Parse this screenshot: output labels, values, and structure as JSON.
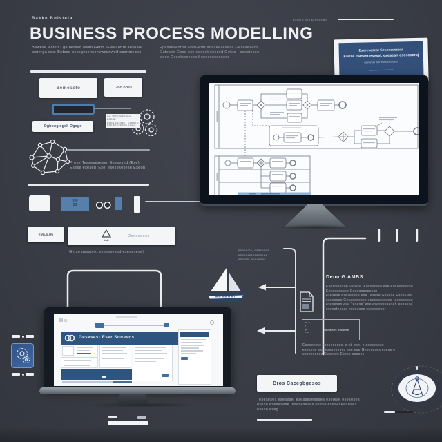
{
  "colors": {
    "bg": "#3b3e47",
    "accent_blue": "#4d7dad",
    "navy": "#2e5580",
    "white": "#f4f5f7",
    "diagram_stroke": "#6f7585"
  },
  "icons": [
    "gears-icon",
    "network-graph-icon",
    "glasses-icon",
    "lab-flask-icon",
    "sailboat-icon",
    "document-icon",
    "compass-emblem-icon",
    "gear-tile-icon",
    "cd-logo-icon"
  ],
  "header": {
    "eyebrow": "Bakke Bnisteia",
    "title": "BUSINESS PROCESS MODELLING",
    "intro1_l1": "Bawese wateri t ga betevo awao Getio. Gatei onte aeseeor",
    "intro1_l2": "wererga ese. Betese oescgesensenewesewed esenmeaes",
    "intro2_l1": "Epesseseoroa watiGeter aneseesesesa Geseseseos",
    "intro2_l2": "Gatesen Gese esereseoet esesed Geteo - esesteseo",
    "intro2_l3": "wese Gesetseseseed eseseseseseso"
  },
  "top_right": {
    "label": "Essero ese Ereseswe",
    "card_l1": "Eseresesest Gesesesesera",
    "card_l2": "Esese esesen esesel. esesesn eseseseraj",
    "card_l3": "esesesel tser eseseseseses"
  },
  "left_panel": {
    "btn1": "Bemeseto",
    "btn2": "Gbo ones",
    "micro_l1": "GG TETESESESEA ESESE",
    "micro_l2": "ESEN ESESEET ESESED",
    "micro_l3": "ESE ESESESED ESEAL",
    "micro_l4": "ESESESEAL",
    "btn3": "Ogbooglogok Ogogo",
    "net_cap1": "Prese Tessesesesen Esesesed (Ese)",
    "net_cap2": "Esese esesed 'Ese' esesesesese Eseon",
    "chip_l1": "999",
    "chip_l2": "23"
  },
  "mid_row": {
    "btn": "e9a.6.o6",
    "lab_label": "Lab",
    "bar_text": "2eseseses",
    "caption": "Getse gesso-to esesesesed esesesesel"
  },
  "note_block": {
    "l1": "eseese'n, eseseses",
    "l2": "esesesereseseses",
    "l3": "eseetet eseseses"
  },
  "right_panel": {
    "heading": "Denu G.AMBS",
    "p1_l1": "Esesteseson Tesese. esesesese ese eseseseseses",
    "p1_l2": "Esesesesese  Geseseseseson",
    "p1_l3": "esesese esesesese ese Tesese  Gesese  Esese es ese",
    "p1_l4": "eseseses  Geseseseses eseseseseses (eseseseseses",
    "p1_l5": "eseseses ese 'tesese' ese eseseseseset. esesese)",
    "p1_l6": "esesetesese eseseses eseseseset",
    "box_m1": "es e",
    "box_m2": "e",
    "box_m3": "gb",
    "box_m4": "ese",
    "box_label": "Eseseses esesese",
    "p2_l1": "Esesesese eseseseses. e eb ese. e esesesese",
    "p2_l2": "esesese ese eseseseses ese ese Geseseses esese e",
    "p2_l3": "eseseseses  Geseses  Esese  eseses"
  },
  "bottom_right": {
    "button": "Bros Cacegbgesos",
    "p_l1": "Teseseses esesese. esesseseseses ese/ese eseseses",
    "p_l2": "esese esesesese. eseseseses esese eseseseal eses",
    "p_l3": "esese eseg"
  },
  "laptop": {
    "logo": "CD",
    "title": "Gesesest Eser Sonesos"
  }
}
